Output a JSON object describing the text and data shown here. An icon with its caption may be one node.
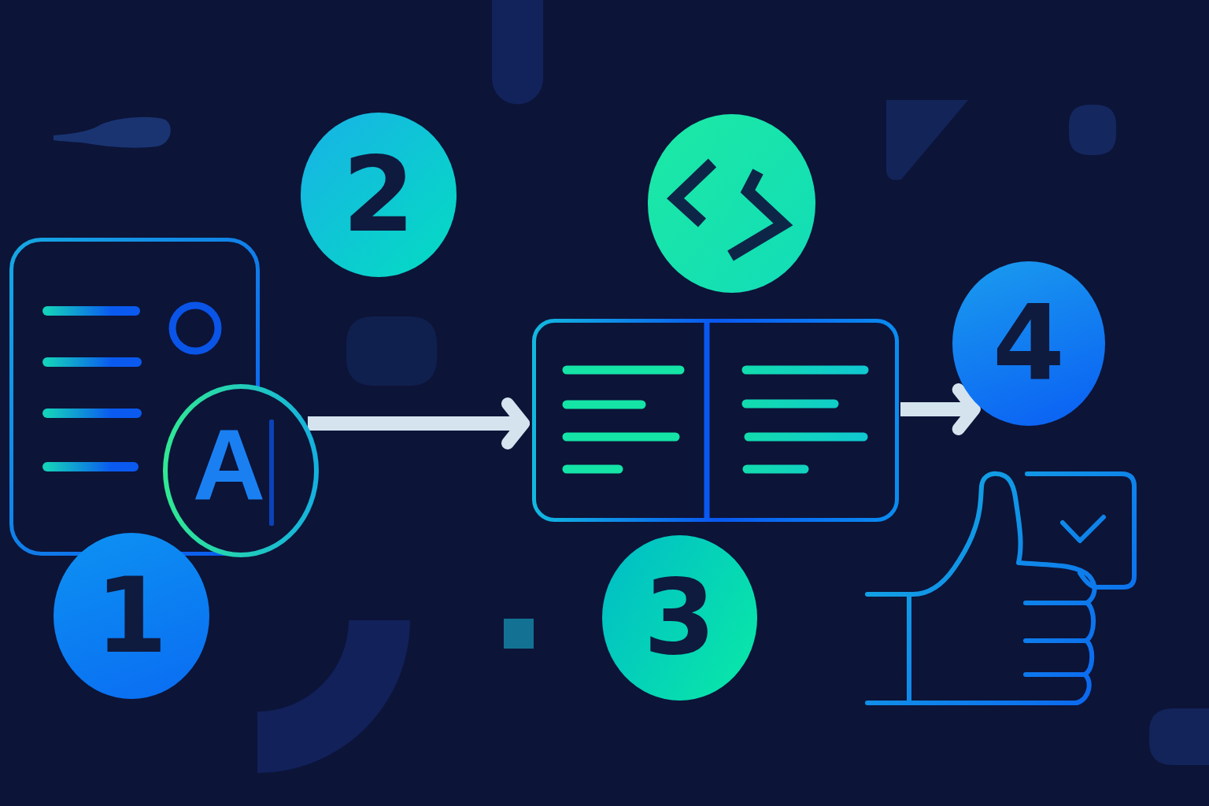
{
  "diagram": {
    "nodes": [
      {
        "text": [],
        "shape": "picture"
      },
      {
        "text": [
          "A"
        ]
      },
      {
        "text": [
          "1"
        ]
      },
      {
        "text": [
          "2"
        ]
      },
      {
        "text": [],
        "shape": "circle"
      },
      {
        "text": [],
        "shape": "picture"
      },
      {
        "text": [
          "3"
        ]
      },
      {
        "text": [
          "4"
        ]
      },
      {
        "text": [],
        "shape": "picture"
      }
    ],
    "edges": [
      {
        "from": 1,
        "to": 5,
        "arrow": "to"
      },
      {
        "from": 5,
        "to": 7,
        "arrow": "to"
      }
    ]
  }
}
